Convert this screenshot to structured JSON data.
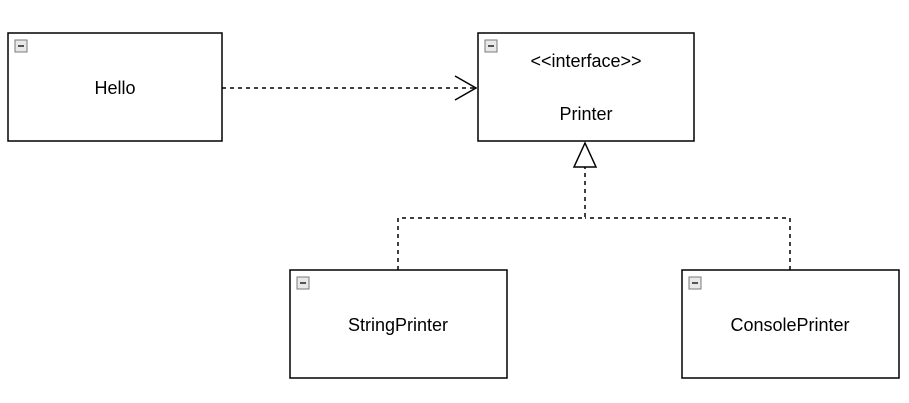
{
  "diagram": {
    "nodes": {
      "hello": {
        "label": "Hello"
      },
      "printer": {
        "stereotype": "<<interface>>",
        "label": "Printer"
      },
      "string_printer": {
        "label": "StringPrinter"
      },
      "console_printer": {
        "label": "ConsolePrinter"
      }
    },
    "edges": [
      {
        "from": "Hello",
        "to": "Printer",
        "kind": "dependency"
      },
      {
        "from": "StringPrinter",
        "to": "Printer",
        "kind": "realization"
      },
      {
        "from": "ConsolePrinter",
        "to": "Printer",
        "kind": "realization"
      }
    ]
  }
}
